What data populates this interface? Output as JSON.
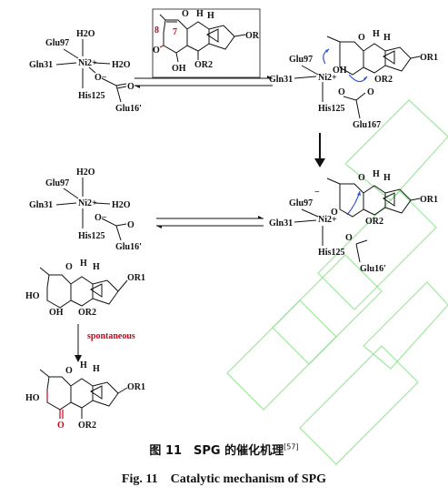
{
  "labels": {
    "glu97": "Glu97",
    "gln31": "Gln31",
    "h2o": "H2O",
    "ni": "Ni2+",
    "his125": "His125",
    "glu16": "Glu16'",
    "glu167": "Glu167",
    "o_minus": "O−",
    "minus": "−",
    "or": "OR",
    "or1": "OR1",
    "or2": "OR2",
    "oh": "OH",
    "ho": "HO",
    "o": "O",
    "h": "H",
    "num8": "8",
    "num7": "7",
    "spontaneous": "spontaneous"
  },
  "caption": {
    "cn": "图 11　SPG 的催化机理",
    "ref": "[57]",
    "en": "Fig. 11　Catalytic mechanism of SPG"
  }
}
